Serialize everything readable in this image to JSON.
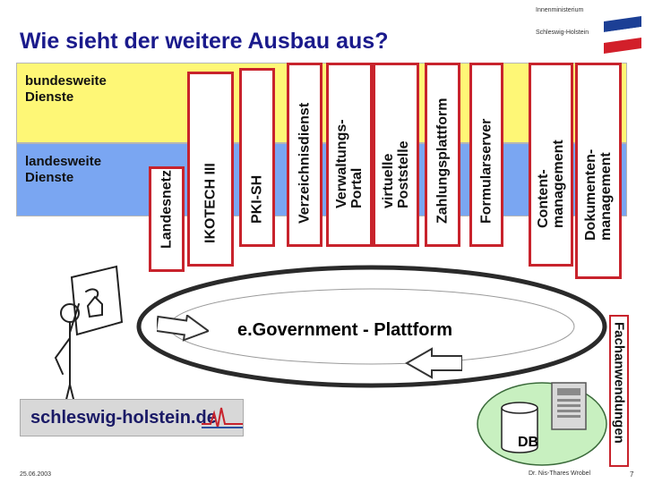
{
  "header": {
    "title": "Wie sieht der weitere Ausbau aus?",
    "ministry_line1": "Innenministerium",
    "ministry_line2": "Schleswig-Holstein"
  },
  "bands": {
    "federal": "bundesweite\nDienste",
    "state": "landesweite\nDienste"
  },
  "columns": [
    {
      "label": "Landesnetz"
    },
    {
      "label": "IKOTECH III"
    },
    {
      "label": "PKI-SH"
    },
    {
      "label": "Verzeichnisdienst"
    },
    {
      "label": "Verwaltungs-\nPortal"
    },
    {
      "label": "virtuelle\nPoststelle"
    },
    {
      "label": "Zahlungsplattform"
    },
    {
      "label": "Formularserver"
    },
    {
      "label": "Content-\nmanagement"
    },
    {
      "label": "Dokumenten-\nmanagement"
    }
  ],
  "side": {
    "fachanwendungen": "Fachanwendungen"
  },
  "platform_label": "e.Government - Plattform",
  "db_label": "DB",
  "logo": {
    "text": "schleswig-holstein.de"
  },
  "footer": {
    "date": "25.06.2003",
    "author": "Dr. Nis-Thares Wrobel",
    "page": "7"
  },
  "colors": {
    "accent_red": "#c8232c",
    "band_yellow": "#fef776",
    "band_blue": "#7aa6f2",
    "title_blue": "#1a1a8c",
    "db_green": "#c8f0c0"
  }
}
